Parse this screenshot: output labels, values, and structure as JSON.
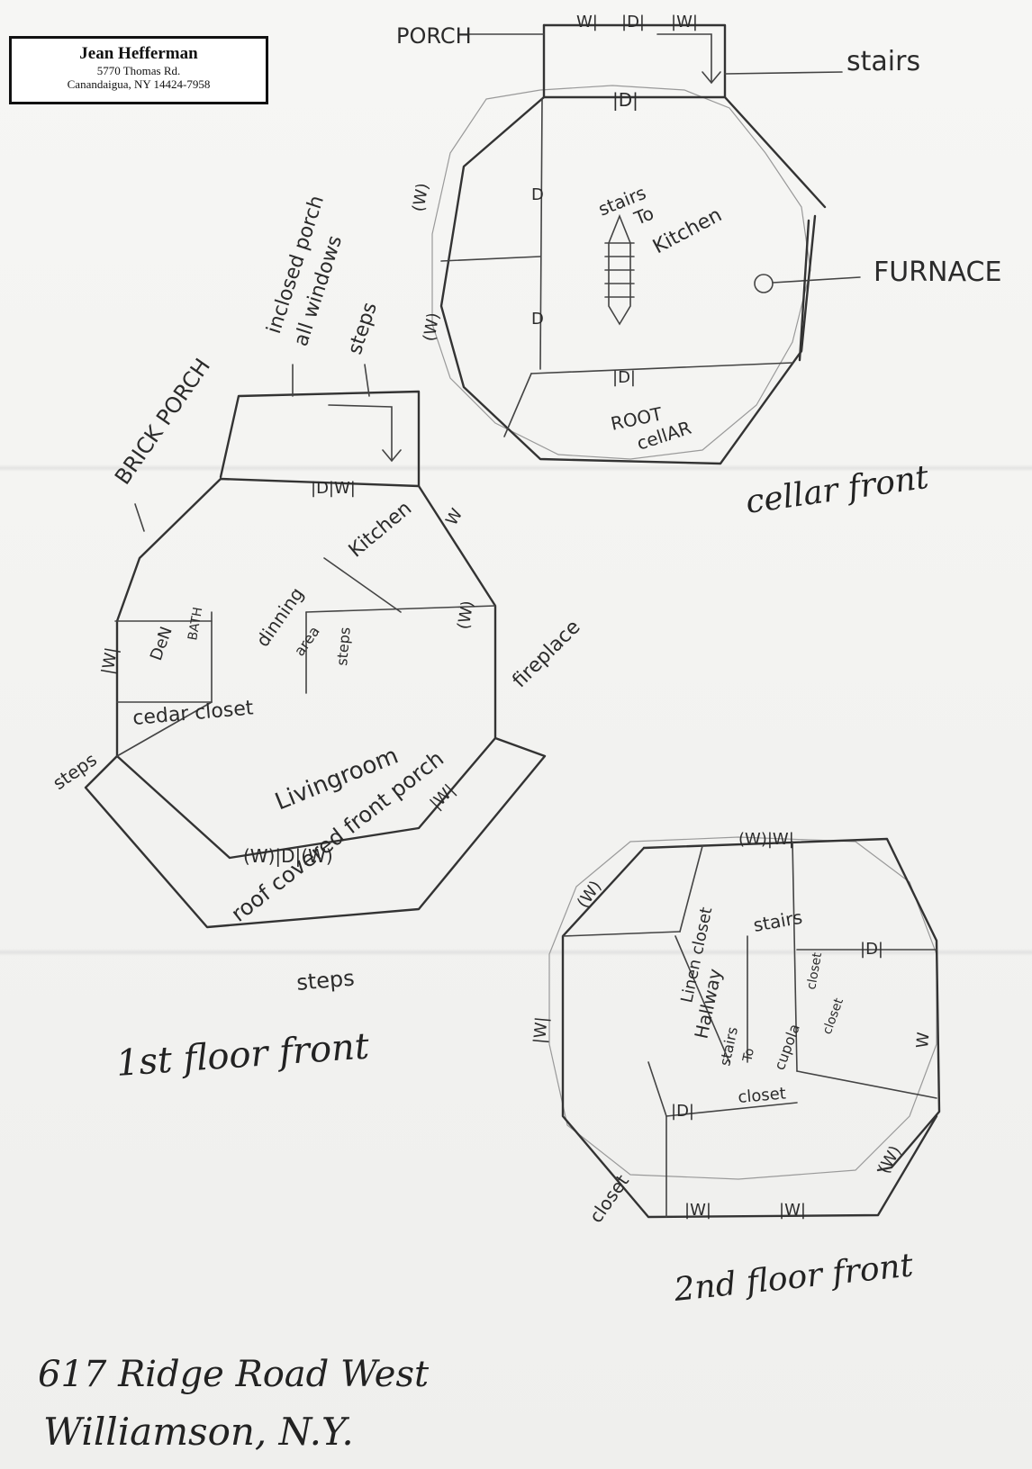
{
  "address_label": {
    "name": "Jean Hefferman",
    "street": "5770 Thomas Rd.",
    "city": "Canandaigua, NY 14424-7958"
  },
  "cellar": {
    "porch": "PORCH",
    "stairs": "stairs",
    "stairs_to_kitchen_1": "stairs",
    "stairs_to_kitchen_2": "To",
    "stairs_to_kitchen_3": "Kitchen",
    "furnace": "FURNACE",
    "root_cellar_1": "ROOT",
    "root_cellar_2": "cellAR",
    "caption": "cellar front"
  },
  "first_floor": {
    "brick_porch": "BRICK PORCH",
    "enclosed_porch_1": "inclosed porch",
    "enclosed_porch_2": "all windows",
    "steps_top": "steps",
    "kitchen": "Kitchen",
    "dining_1": "dinning",
    "dining_2": "area",
    "steps_inner": "steps",
    "den": "DeN",
    "bath": "BATH",
    "cedar_closet": "cedar closet",
    "fireplace": "fireplace",
    "steps_left": "steps",
    "living_room": "Livingroom",
    "covered_porch": "roof covered front porch",
    "steps_bottom": "steps",
    "caption": "1st floor front"
  },
  "second_floor": {
    "linen_closet": "Linen closet",
    "hallway": "Hallway",
    "stairs": "stairs",
    "stairs_to_cupola_1": "stairs",
    "stairs_to_cupola_2": "To",
    "stairs_to_cupola_3": "cupola",
    "closet_a": "closet",
    "closet_b": "closet",
    "closet_c": "closet",
    "closet_d": "closet",
    "caption": "2nd floor front"
  },
  "footer": {
    "address_line_1": "617 Ridge Road West",
    "address_line_2": "Williamson, N.Y."
  }
}
